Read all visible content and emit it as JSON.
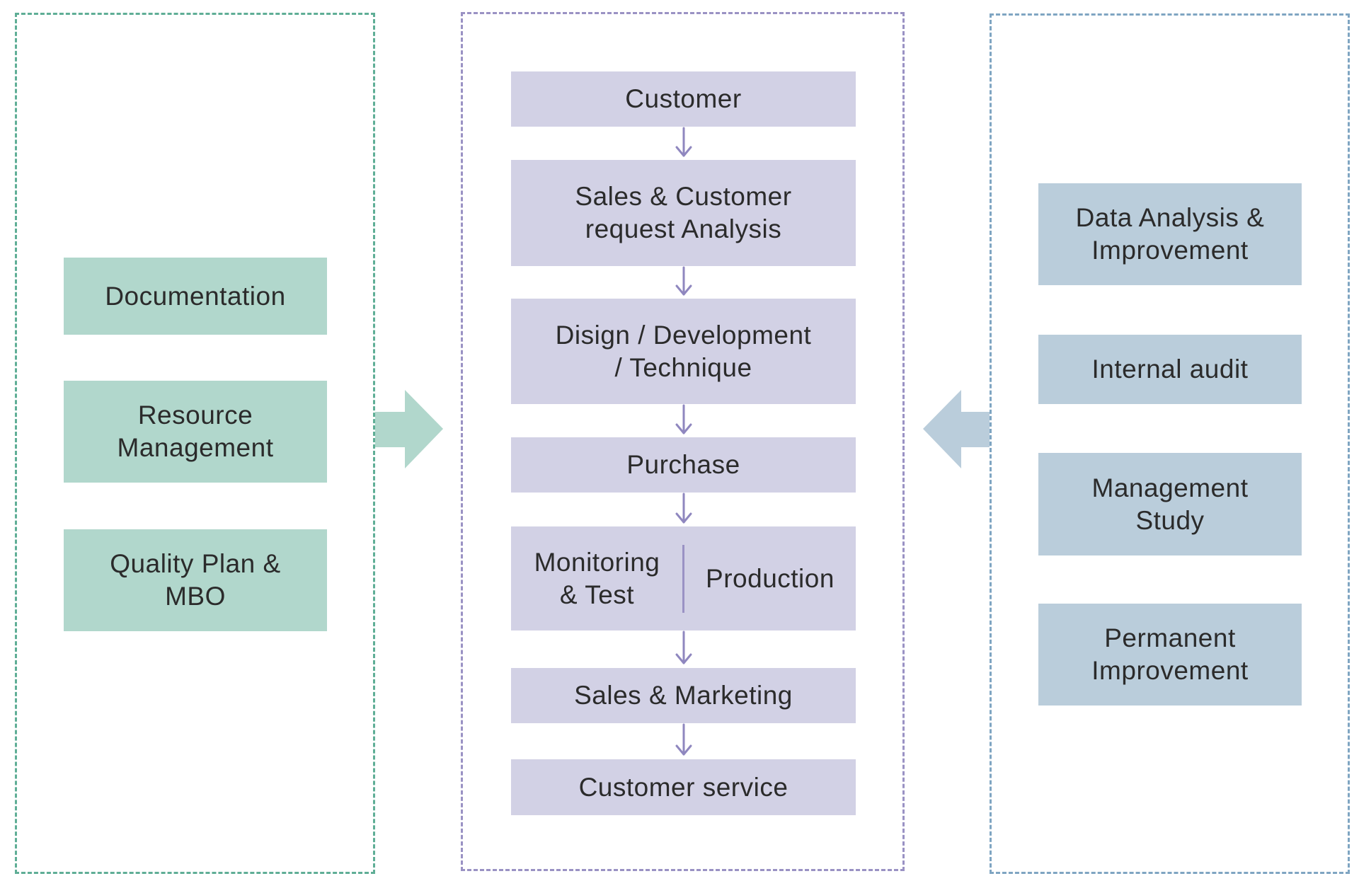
{
  "left_panel": {
    "items": [
      {
        "label": "Documentation"
      },
      {
        "label": "Resource\nManagement"
      },
      {
        "label": "Quality Plan &\nMBO"
      }
    ]
  },
  "center_panel": {
    "steps": [
      {
        "label": "Customer"
      },
      {
        "label": "Sales & Customer\nrequest Analysis"
      },
      {
        "label": "Disign / Development\n/ Technique"
      },
      {
        "label": "Purchase"
      },
      {
        "label_left": "Monitoring\n& Test",
        "label_right": "Production"
      },
      {
        "label": "Sales & Marketing"
      },
      {
        "label": "Customer service"
      }
    ]
  },
  "right_panel": {
    "items": [
      {
        "label": "Data Analysis &\nImprovement"
      },
      {
        "label": "Internal audit"
      },
      {
        "label": "Management\nStudy"
      },
      {
        "label": "Permanent\nImprovement"
      }
    ]
  },
  "colors": {
    "green_fill": "#b1d7cc",
    "purple_fill": "#d2d1e5",
    "blue_fill": "#bacddb",
    "green_border": "#5fae96",
    "purple_border": "#9a92c4",
    "blue_border": "#7fa5c2",
    "green_arrow": "#b1d7cc",
    "blue_arrow": "#bacddb",
    "flow_arrow": "#8f87bf"
  }
}
